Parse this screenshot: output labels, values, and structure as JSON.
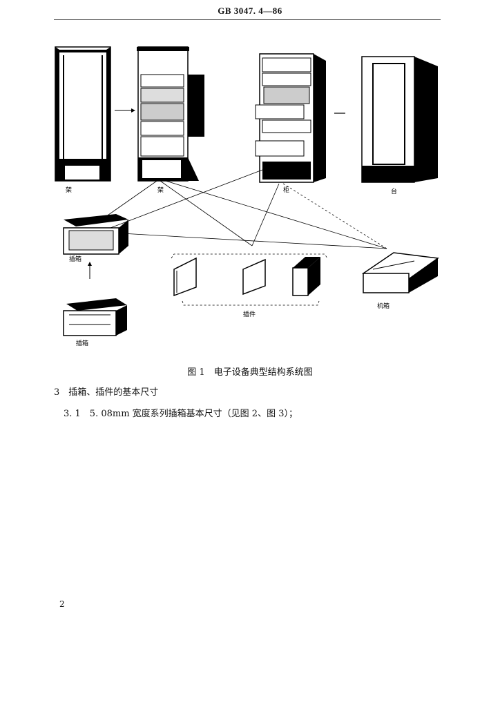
{
  "header": {
    "standard_number": "GB 3047. 4—86"
  },
  "figure": {
    "labels": {
      "frame": "架",
      "rack": "架",
      "cabinet": "柜",
      "desk_frame": "台",
      "plug_box": "插箱",
      "plug_box_2": "插箱",
      "plug_in": "插件",
      "case": "机箱"
    },
    "caption": "图 1　电子设备典型结构系统图"
  },
  "section": {
    "heading": "3　插箱、插件的基本尺寸",
    "subsection": "3. 1　5. 08mm 宽度系列插箱基本尺寸（见图 2、图 3）；"
  },
  "page_number": "2"
}
